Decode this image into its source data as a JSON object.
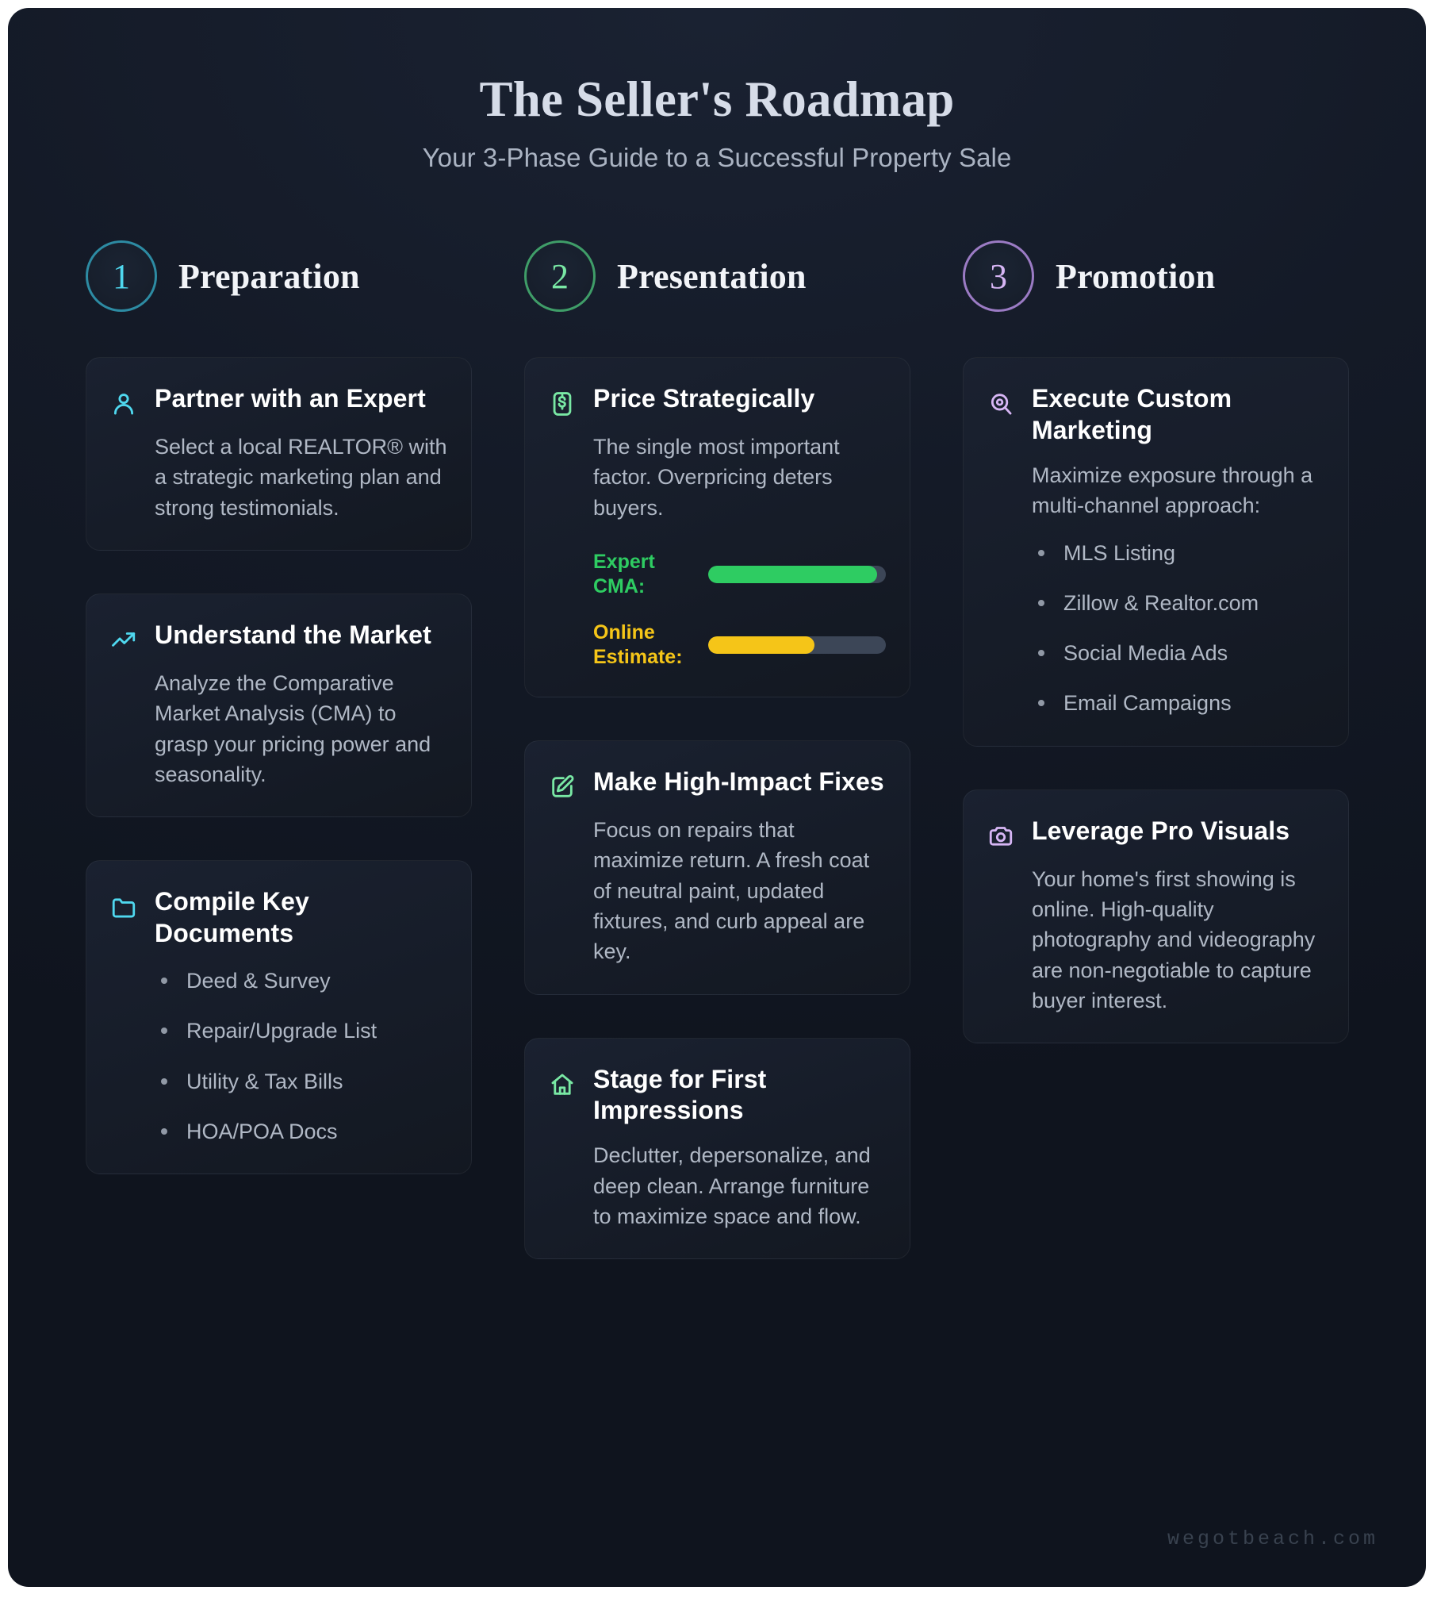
{
  "header": {
    "title": "The Seller's Roadmap",
    "subtitle": "Your 3-Phase Guide to a Successful Property Sale"
  },
  "colors": {
    "phase1_accent": "#4fd8ef",
    "phase2_accent": "#79e8a4",
    "phase3_accent": "#d7b6f5",
    "expert_cma_bar": "#2ecc62",
    "online_estimate_bar": "#f5c518",
    "bar_track": "#3c4657",
    "card_background": "#1a2130",
    "page_background": "#141a27",
    "heading_text": "#ffffff",
    "body_text": "#b0b8c5"
  },
  "phases": [
    {
      "number": "1",
      "name": "Preparation",
      "accent": "#4fd8ef",
      "cards": [
        {
          "icon": "user-icon",
          "title": "Partner with an Expert",
          "body": "Select a local REALTOR® with a strategic marketing plan and strong testimonials."
        },
        {
          "icon": "trending-up-icon",
          "title": "Understand the Market",
          "body": "Analyze the Comparative Market Analysis (CMA) to grasp your pricing power and seasonality."
        },
        {
          "icon": "folder-icon",
          "title": "Compile Key Documents",
          "list": [
            "Deed & Survey",
            "Repair/Upgrade List",
            "Utility & Tax Bills",
            "HOA/POA Docs"
          ]
        }
      ]
    },
    {
      "number": "2",
      "name": "Presentation",
      "accent": "#79e8a4",
      "cards": [
        {
          "icon": "banknote-icon",
          "title": "Price Strategically",
          "body": "The single most important factor. Overpricing deters buyers.",
          "bars": [
            {
              "label": "Expert CMA:",
              "percent": 95,
              "fill": "#2ecc62",
              "label_color": "#2ecc62"
            },
            {
              "label": "Online Estimate:",
              "percent": 60,
              "fill": "#f5c518",
              "label_color": "#f5c518"
            }
          ]
        },
        {
          "icon": "edit-square-icon",
          "title": "Make High-Impact Fixes",
          "body": "Focus on repairs that maximize return. A fresh coat of neutral paint, updated fixtures, and curb appeal are key."
        },
        {
          "icon": "home-icon",
          "title": "Stage for First Impressions",
          "body": "Declutter, depersonalize, and deep clean. Arrange furniture to maximize space and flow."
        }
      ]
    },
    {
      "number": "3",
      "name": "Promotion",
      "accent": "#d7b6f5",
      "cards": [
        {
          "icon": "search-icon",
          "title": "Execute Custom Marketing",
          "body": "Maximize exposure through a multi-channel approach:",
          "list": [
            "MLS Listing",
            "Zillow & Realtor.com",
            "Social Media Ads",
            "Email Campaigns"
          ]
        },
        {
          "icon": "camera-icon",
          "title": "Leverage Pro Visuals",
          "body": "Your home's first showing is online. High-quality photography and videography are non-negotiable to capture buyer interest."
        }
      ]
    }
  ],
  "footer": {
    "watermark": "wegotbeach.com"
  }
}
